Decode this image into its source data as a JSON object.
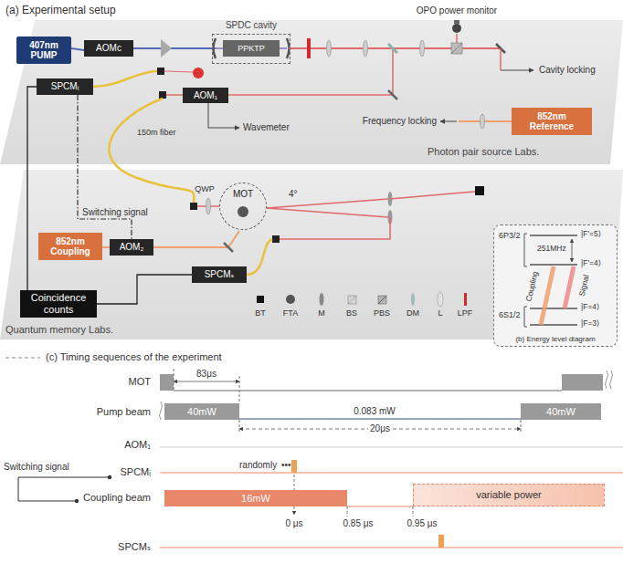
{
  "diagram": {
    "nodes": [
      {
        "text": [
          "407nm PUMP"
        ]
      },
      {
        "text": [
          "AOMc"
        ]
      },
      {
        "text": [
          "SPDC cavity"
        ]
      },
      {
        "text": [
          "PPKTP"
        ],
        "in": 2
      },
      {
        "text": [
          "852nm Reference"
        ]
      },
      {
        "text": [
          "SPCMᵢ"
        ]
      },
      {
        "text": [
          "AOM₁"
        ]
      },
      {
        "text": [
          "MOT"
        ]
      },
      {
        "text": [
          "852nm Coupling"
        ]
      },
      {
        "text": [
          "AOM₂"
        ]
      },
      {
        "text": [
          "SPCMₛ"
        ]
      },
      {
        "text": [
          "Coincidence counts"
        ]
      },
      {
        "text": [
          "(b) Energy level diagram"
        ]
      },
      {
        "text": [
          "40mW"
        ]
      },
      {
        "text": [
          "40mW"
        ]
      },
      {
        "text": [
          "16mW"
        ]
      },
      {
        "text": [
          "variable power"
        ]
      }
    ],
    "edges": [
      {
        "from": 0,
        "to": 1,
        "arrow": "none"
      },
      {
        "from": 5,
        "to": 11,
        "arrow": "none"
      },
      {
        "from": 10,
        "to": 11,
        "arrow": "none"
      },
      {
        "from": 5,
        "to": 9,
        "arrow": "none"
      }
    ],
    "labels": [
      "(a) Experimental setup",
      "OPO power monitor",
      "Cavity locking",
      "Frequency locking",
      "Wavemeter",
      "150m fiber",
      "Photon pair source Labs.",
      "QWP",
      "4°",
      "Switching signal",
      "Quantum memory Labs.",
      "6P3/2",
      "|F'=5⟩",
      "251MHz",
      "|F'=4⟩",
      "Coupling",
      "Signal",
      "|F=4⟩",
      "|F=3⟩",
      "6S1/2",
      "(c) Timing sequences of the experiment",
      "MOT",
      "83μs",
      "Pump beam",
      "0.083 mW",
      "20μs",
      "AOM₁",
      "Switching signal",
      "SPCMᵢ",
      "randomly",
      "•••",
      "Coupling beam",
      "0 μs",
      "0.85 μs",
      "0.95 μs",
      "SPCMₛ"
    ],
    "legend": [
      {
        "text": "BT"
      },
      {
        "text": "FTA"
      },
      {
        "text": "M"
      },
      {
        "text": "BS"
      },
      {
        "text": "PBS"
      },
      {
        "text": "DM"
      },
      {
        "text": "L"
      },
      {
        "text": "LPF"
      }
    ]
  }
}
